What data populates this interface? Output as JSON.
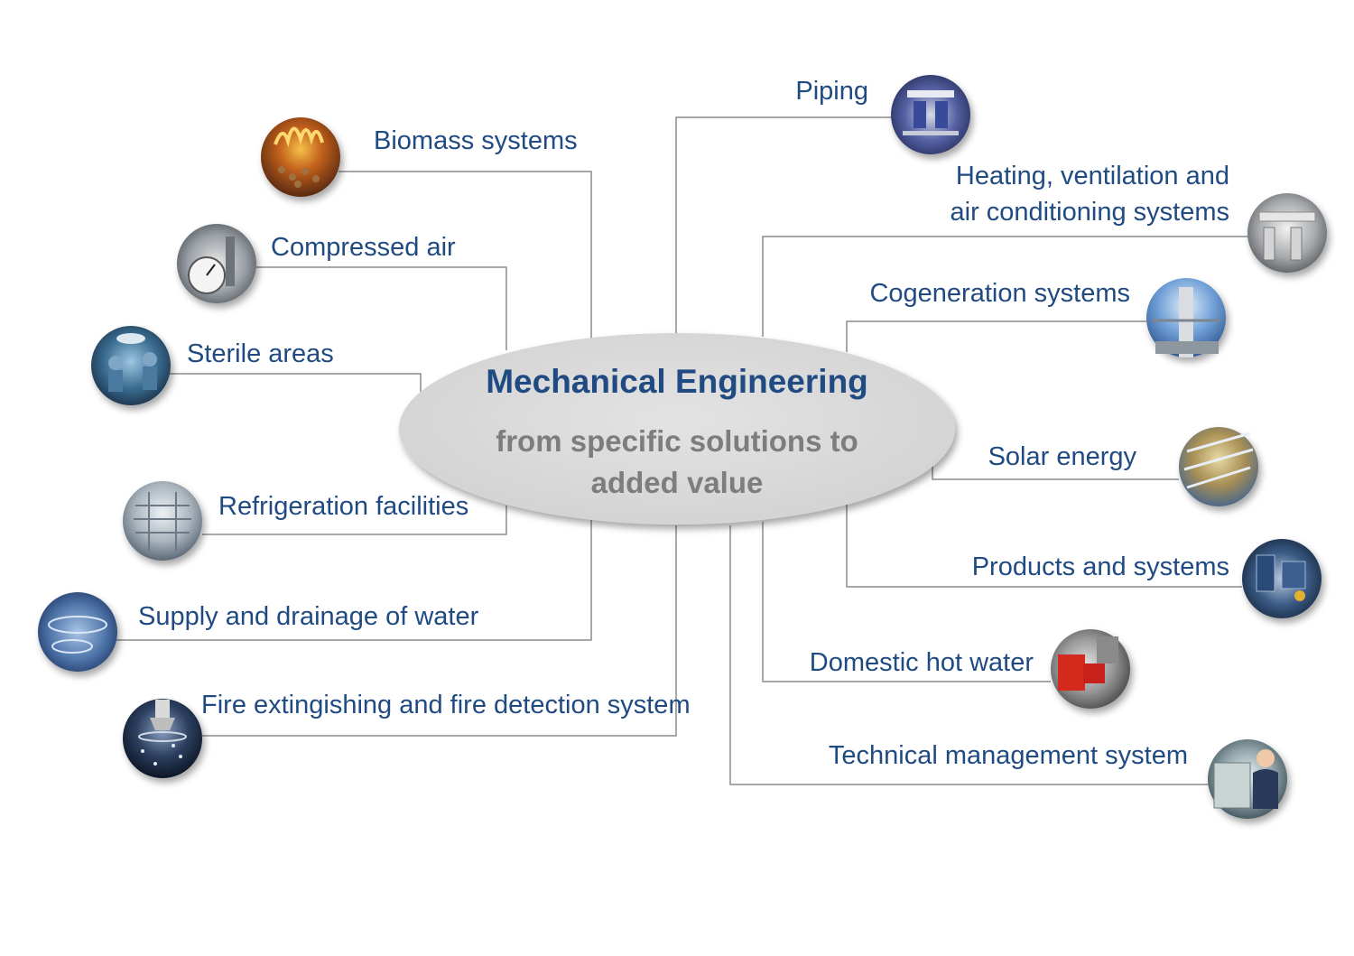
{
  "center": {
    "title": "Mechanical Engineering",
    "subtitle_line1": "from specific solutions to",
    "subtitle_line2": "added value"
  },
  "topics": [
    {
      "id": "biomass",
      "label": "Biomass systems",
      "icon": "fire-pellets-icon"
    },
    {
      "id": "compressed-air",
      "label": "Compressed air",
      "icon": "pressure-gauge-icon"
    },
    {
      "id": "sterile",
      "label": "Sterile areas",
      "icon": "surgery-room-icon"
    },
    {
      "id": "refrigeration",
      "label": "Refrigeration facilities",
      "icon": "cooling-tower-icon"
    },
    {
      "id": "water",
      "label": "Supply and drainage of water",
      "icon": "water-treatment-icon"
    },
    {
      "id": "fire",
      "label": "Fire extingishing and fire detection system",
      "icon": "sprinkler-icon"
    },
    {
      "id": "piping",
      "label": "Piping",
      "icon": "pipes-pumps-icon"
    },
    {
      "id": "hvac",
      "label_line1": "Heating, ventilation and",
      "label_line2": "air conditioning systems",
      "icon": "hvac-ducts-icon"
    },
    {
      "id": "cogeneration",
      "label": "Cogeneration systems",
      "icon": "chimney-icon"
    },
    {
      "id": "solar",
      "label": "Solar energy",
      "icon": "solar-panels-icon"
    },
    {
      "id": "products",
      "label": "Products and systems",
      "icon": "plant-equipment-icon"
    },
    {
      "id": "hot-water",
      "label": "Domestic hot water",
      "icon": "boiler-burner-icon"
    },
    {
      "id": "tms",
      "label": "Technical management system",
      "icon": "control-panel-icon"
    }
  ],
  "colors": {
    "text": "#1f4a82",
    "subtitle": "#7d7d7d",
    "lines": "#8c8c8c",
    "ellipse": "#dcdcdc"
  }
}
